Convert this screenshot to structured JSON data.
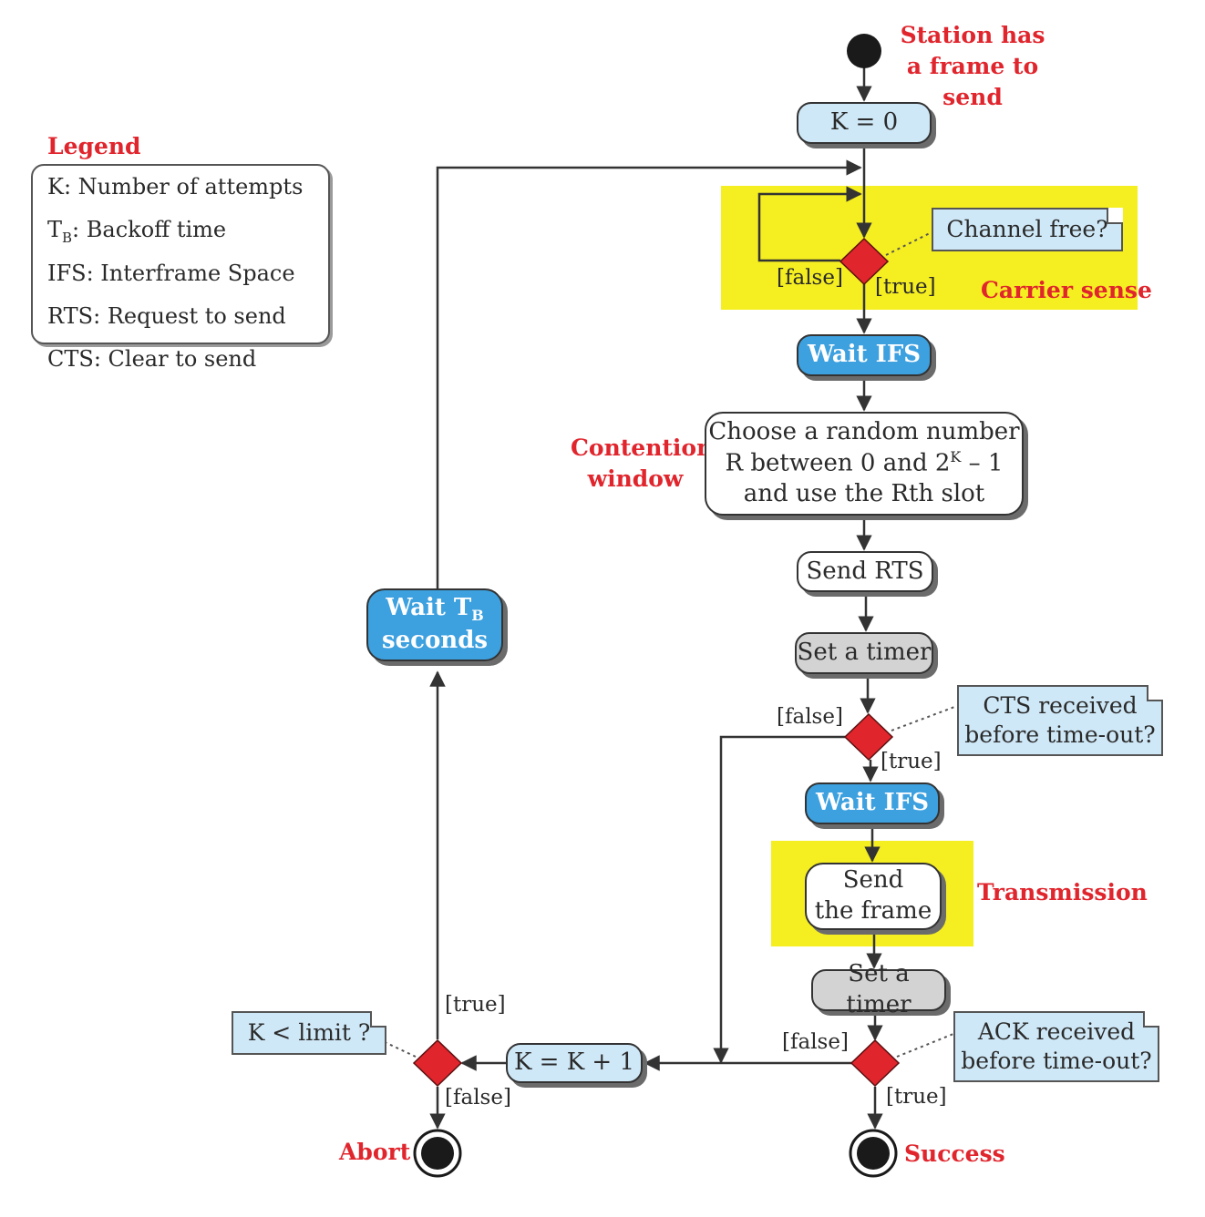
{
  "legend": {
    "title": "Legend",
    "items": [
      {
        "key": "K",
        "sub": "",
        "text": ": Number of attempts"
      },
      {
        "key": "T",
        "sub": "B",
        "text": ": Backoff time"
      },
      {
        "key": "IFS",
        "sub": "",
        "text": ": Interframe Space"
      },
      {
        "key": "RTS",
        "sub": "",
        "text": ": Request to send"
      },
      {
        "key": "CTS",
        "sub": "",
        "text": ": Clear to send"
      }
    ]
  },
  "labels": {
    "start_line1": "Station has",
    "start_line2": "a frame to send",
    "carrier_sense": "Carrier sense",
    "contention_line1": "Contention",
    "contention_line2": "window",
    "transmission": "Transmission",
    "abort": "Abort",
    "success": "Success"
  },
  "nodes": {
    "k_zero": "K = 0",
    "wait_ifs_1": "Wait IFS",
    "random_line1": "Choose a random number",
    "random_line2_pre": "R between 0 and 2",
    "random_line2_sup": "K",
    "random_line2_post": " – 1",
    "random_line3": "and use the Rth slot",
    "send_rts": "Send RTS",
    "set_timer_1": "Set a timer",
    "wait_ifs_2": "Wait IFS",
    "send_frame_line1": "Send",
    "send_frame_line2": "the frame",
    "set_timer_2": "Set a timer",
    "k_increment": "K = K + 1",
    "wait_tb_pre": "Wait T",
    "wait_tb_sub": "B",
    "wait_tb_line2": "seconds"
  },
  "notes": {
    "channel_free": "Channel free?",
    "cts_line1": "CTS received",
    "cts_line2": "before time-out?",
    "ack_line1": "ACK received",
    "ack_line2": "before time-out?",
    "k_limit": "K < limit ?"
  },
  "guards": {
    "false_label": "[false]",
    "true_label": "[true]"
  },
  "colors": {
    "decision": "#e0252d",
    "highlight": "#f5ee21",
    "action_blue": "#3da0df",
    "action_light": "#cfe8f7",
    "label_red": "#e0252d"
  }
}
